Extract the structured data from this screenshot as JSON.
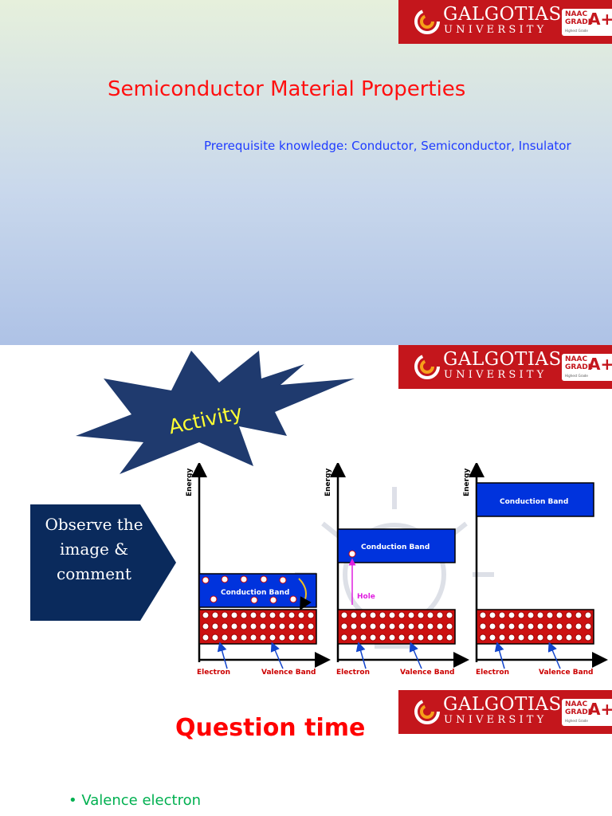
{
  "logo": {
    "brand": "GALGOTIAS",
    "sub": "UNIVERSITY",
    "naac_line1": "NAAC",
    "naac_line2": "GRADE",
    "naac_grade": "A+",
    "naac_note": "Highest Grade"
  },
  "slide1": {
    "title": "Semiconductor Material Properties",
    "prerequisite": "Prerequisite knowledge: Conductor, Semiconductor, Insulator"
  },
  "slide2": {
    "activity_label": "Activity",
    "observe_text": "Observe the image & comment",
    "diagram": {
      "energy_label": "Energy",
      "conduction_band": "Conduction Band",
      "electron_label": "Electron",
      "valence_band_label": "Valence Band",
      "hole_label": "Hole"
    },
    "colors": {
      "callout": "#0a2a5c",
      "burst": "#1f3a6e",
      "band_blue": "#0033dd",
      "band_red": "#cc1111"
    }
  },
  "slide3": {
    "title": "Question time",
    "bullet": "• Valence electron"
  }
}
